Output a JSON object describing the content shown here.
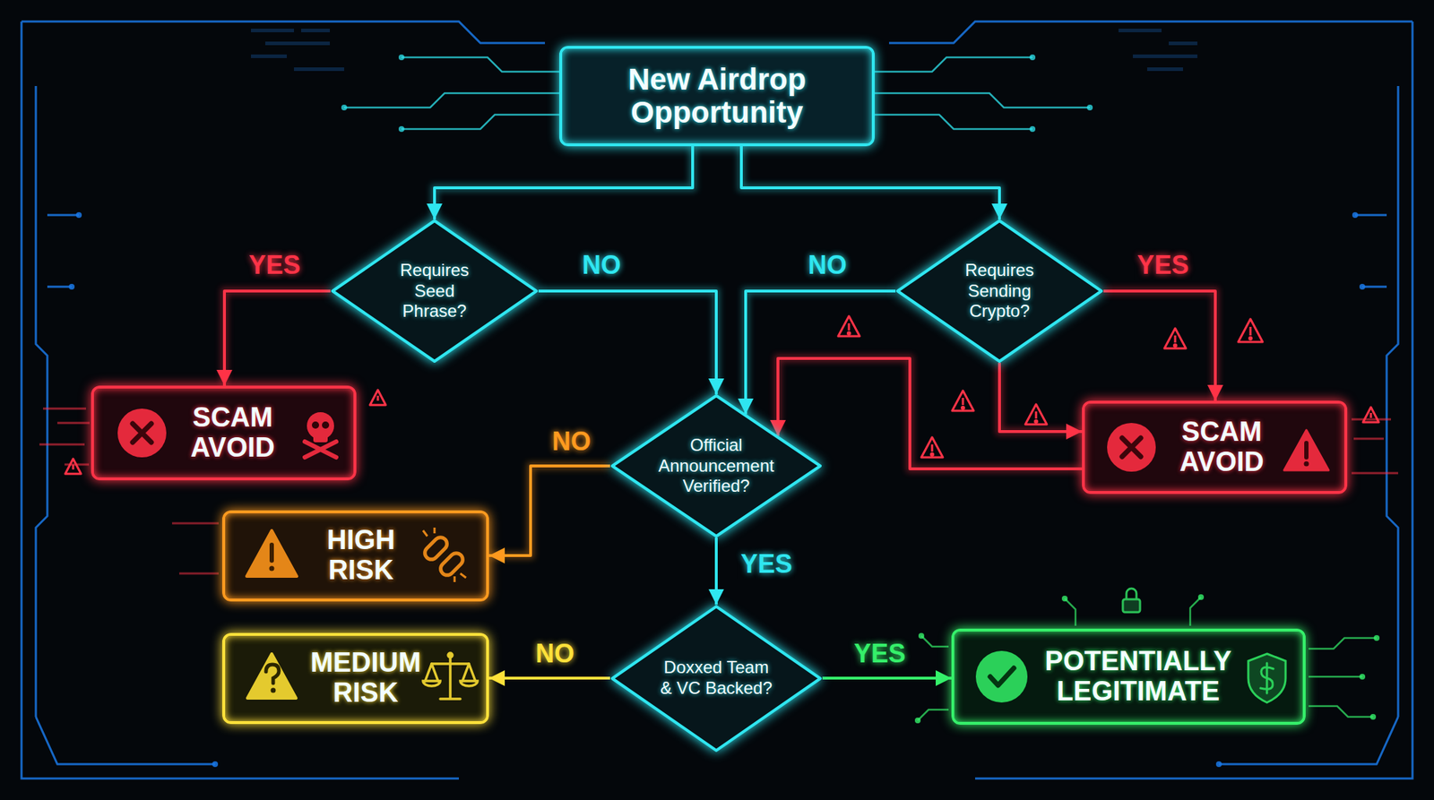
{
  "diagram": {
    "nodes": [
      {
        "text": [
          "New Airdrop Opportunity"
        ]
      },
      {
        "text": [
          "Requires Seed Phrase?"
        ]
      },
      {
        "text": [
          "Requires Sending Crypto?"
        ]
      },
      {
        "text": [
          "SCAM AVOID"
        ]
      },
      {
        "text": [
          "Official Announcement Verified?"
        ]
      },
      {
        "text": [
          "SCAM AVOID"
        ]
      },
      {
        "text": [
          "HIGH RISK"
        ]
      },
      {
        "text": [
          "MEDIUM RISK"
        ]
      },
      {
        "text": [
          "Doxxed Team & VC Backed?"
        ]
      },
      {
        "text": [
          "POTENTIALLY LEGITIMATE"
        ]
      }
    ],
    "edges": [
      {
        "from": 0,
        "to": 1,
        "arrow": "to"
      },
      {
        "from": 0,
        "to": 2,
        "arrow": "to"
      },
      {
        "from": 1,
        "to": 3,
        "label": "YES",
        "arrow": "to"
      },
      {
        "from": 1,
        "to": 4,
        "label": "NO",
        "arrow": "to"
      },
      {
        "from": 2,
        "to": 4,
        "label": "NO",
        "arrow": "to"
      },
      {
        "from": 2,
        "to": 5,
        "label": "YES",
        "arrow": "to"
      },
      {
        "from": 2,
        "to": 5,
        "arrow": "to"
      },
      {
        "from": 5,
        "to": 4,
        "arrow": "to"
      },
      {
        "from": 4,
        "to": 6,
        "label": "NO",
        "arrow": "to"
      },
      {
        "from": 4,
        "to": 8,
        "label": "YES",
        "arrow": "to"
      },
      {
        "from": 8,
        "to": 7,
        "label": "NO",
        "arrow": "to"
      },
      {
        "from": 8,
        "to": 9,
        "label": "YES",
        "arrow": "to"
      }
    ]
  }
}
